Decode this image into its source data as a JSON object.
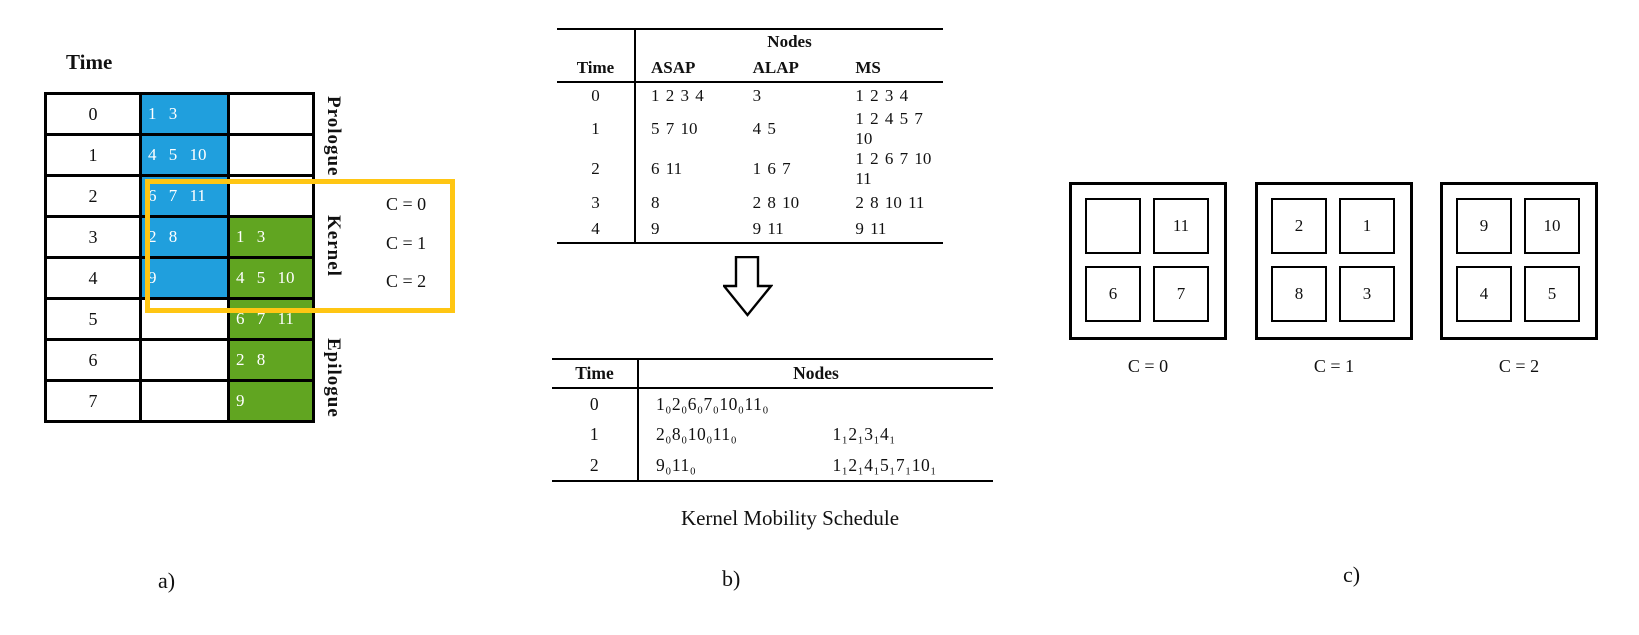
{
  "colors": {
    "blue": "#209fdd",
    "green": "#61a521",
    "yellow": "#ffc613"
  },
  "panel_a": {
    "fig_label": "a)",
    "time_header": "Time",
    "phase_labels": {
      "prologue": "Prologue",
      "kernel": "Kernel",
      "epilogue": "Epilogue"
    },
    "c_labels": [
      "C = 0",
      "C = 1",
      "C = 2"
    ],
    "rows": [
      {
        "time": "0",
        "blue": "1 3",
        "green": ""
      },
      {
        "time": "1",
        "blue": "4 5 10",
        "green": ""
      },
      {
        "time": "2",
        "blue": "6 7 11",
        "green": ""
      },
      {
        "time": "3",
        "blue": "2 8",
        "green": "1 3"
      },
      {
        "time": "4",
        "blue": "9",
        "green": "4 5 10"
      },
      {
        "time": "5",
        "blue": "",
        "green": "6 7 11"
      },
      {
        "time": "6",
        "blue": "",
        "green": "2 8"
      },
      {
        "time": "7",
        "blue": "",
        "green": "9"
      }
    ]
  },
  "panel_b": {
    "fig_label": "b)",
    "top_table": {
      "nodes_header": "Nodes",
      "col_headers": {
        "time": "Time",
        "asap": "ASAP",
        "alap": "ALAP",
        "ms": "MS"
      },
      "rows": [
        {
          "time": "0",
          "asap": "1 2 3 4",
          "alap": "3",
          "ms": "1 2 3 4"
        },
        {
          "time": "1",
          "asap": "5 7 10",
          "alap": "4 5",
          "ms": "1 2 4 5 7 10"
        },
        {
          "time": "2",
          "asap": "6 11",
          "alap": "1 6 7",
          "ms": "1 2 6 7 10 11"
        },
        {
          "time": "3",
          "asap": "8",
          "alap": "2 8 10",
          "ms": "2 8 10 11"
        },
        {
          "time": "4",
          "asap": "9",
          "alap": "9 11",
          "ms": "9 11"
        }
      ]
    },
    "bottom_table": {
      "time_header": "Time",
      "nodes_header": "Nodes",
      "rows": [
        {
          "time": "0",
          "iter0": "1₀2₀6₀7₀10₀11₀",
          "iter1": ""
        },
        {
          "time": "1",
          "iter0": "2₀8₀10₀11₀",
          "iter1": "1₁2₁3₁4₁"
        },
        {
          "time": "2",
          "iter0": "9₀11₀",
          "iter1": "1₁2₁4₁5₁7₁10₁"
        }
      ]
    },
    "caption": "Kernel Mobility Schedule"
  },
  "panel_c": {
    "fig_label": "c)",
    "groups": [
      {
        "label": "C = 0",
        "cells": [
          "",
          "11",
          "6",
          "7"
        ]
      },
      {
        "label": "C = 1",
        "cells": [
          "2",
          "1",
          "8",
          "3"
        ]
      },
      {
        "label": "C = 2",
        "cells": [
          "9",
          "10",
          "4",
          "5"
        ]
      }
    ]
  }
}
